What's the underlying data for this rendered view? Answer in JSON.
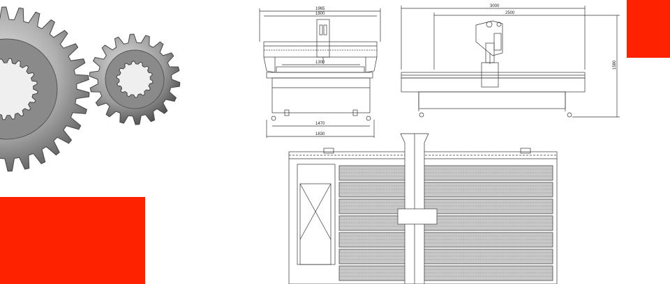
{
  "colors": {
    "accent_red": "#ff2200",
    "line": "#333333",
    "gear_steel": "#9a9a9a"
  },
  "front_view": {
    "dim_overall_width": "1965",
    "dim_gantry_width": "1800",
    "dim_table_width": "1300",
    "dim_frame_width": "1470",
    "dim_base_width": "1630"
  },
  "side_view": {
    "dim_overall_length": "3000",
    "dim_rail_length": "2500",
    "dim_height": "1580"
  }
}
